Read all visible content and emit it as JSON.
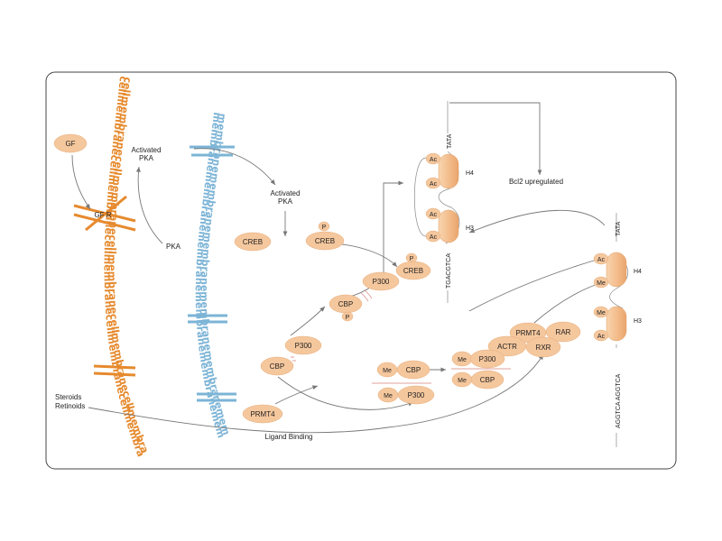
{
  "colors": {
    "node_fill": "#f5c79d",
    "node_stroke": "#e6ad7b",
    "cell_membrane": "#e68a2e",
    "nuclear_membrane": "#7cb4d6",
    "arrow": "#777777",
    "baseline": "#d8807a",
    "frame": "#444444"
  },
  "membranes": {
    "cell_text": "cellmembranecellmembranecellmembranecellmembranecellmembranecellmembrane",
    "nuclear_text": "membranemembranemembranemembranemembranemembranemembranemembrane"
  },
  "nodes": {
    "gf": "GF",
    "gfr": "GF R",
    "creb1": "CREB",
    "creb2": "CREB",
    "creb3": "CREB",
    "p1": "P",
    "p2": "P",
    "p3": "P",
    "p300a": "P300",
    "p300b": "P300",
    "p300c": "P300",
    "p300d": "P300",
    "cbp1": "CBP",
    "cbp2": "CBP",
    "cbp3": "CBP",
    "cbp4": "CBP",
    "prmt4a": "PRMT4",
    "prmt4b": "PRMT4",
    "rar": "RAR",
    "rxr": "RXR",
    "actr": "ACTR",
    "me1": "Me",
    "me2": "Me",
    "me3": "Me",
    "me4": "Me",
    "me5": "Me",
    "me6": "Me",
    "ac1": "Ac",
    "ac2": "Ac",
    "ac3": "Ac",
    "ac4": "Ac",
    "ac5": "Ac",
    "ac6": "Ac"
  },
  "labels": {
    "activated_pka_1": "Activated",
    "activated_pka_1b": "PKA",
    "activated_pka_2": "Activated",
    "activated_pka_2b": "PKA",
    "pka": "PKA",
    "steroids": "Steroids",
    "retinoids": "Retinoids",
    "ligand_binding": "Ligand  Binding",
    "bcl2": "Bcl2 upregulated",
    "h4a": "H4",
    "h3a": "H3",
    "h4b": "H4",
    "h3b": "H3",
    "tata1": "TATA",
    "tata2": "TATA",
    "tgacgtca": "TGACGTCA",
    "aggtca": "AGGTCA  AGGTCA"
  }
}
